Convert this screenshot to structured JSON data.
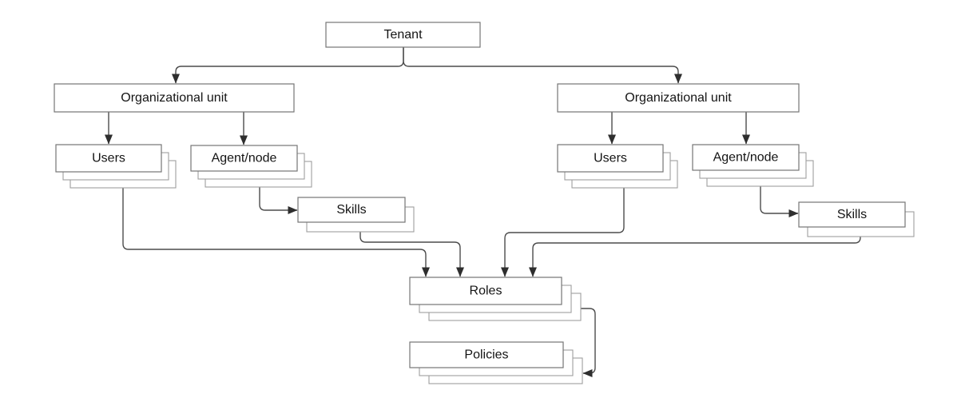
{
  "diagram": {
    "type": "hierarchy-flowchart",
    "nodes": {
      "tenant": {
        "label": "Tenant"
      },
      "ou_left": {
        "label": "Organizational unit"
      },
      "ou_right": {
        "label": "Organizational unit"
      },
      "users_left": {
        "label": "Users"
      },
      "agent_left": {
        "label": "Agent/node"
      },
      "skills_left": {
        "label": "Skills"
      },
      "users_right": {
        "label": "Users"
      },
      "agent_right": {
        "label": "Agent/node"
      },
      "skills_right": {
        "label": "Skills"
      },
      "roles": {
        "label": "Roles"
      },
      "policies": {
        "label": "Policies"
      }
    },
    "edges": [
      {
        "from": "tenant",
        "to": "ou_left"
      },
      {
        "from": "tenant",
        "to": "ou_right"
      },
      {
        "from": "ou_left",
        "to": "users_left"
      },
      {
        "from": "ou_left",
        "to": "agent_left"
      },
      {
        "from": "ou_right",
        "to": "users_right"
      },
      {
        "from": "ou_right",
        "to": "agent_right"
      },
      {
        "from": "agent_left",
        "to": "skills_left"
      },
      {
        "from": "agent_right",
        "to": "skills_right"
      },
      {
        "from": "users_left",
        "to": "roles"
      },
      {
        "from": "skills_left",
        "to": "roles"
      },
      {
        "from": "users_right",
        "to": "roles"
      },
      {
        "from": "skills_right",
        "to": "roles"
      },
      {
        "from": "roles",
        "to": "policies"
      }
    ],
    "colors": {
      "box_border": "#767676",
      "ghost_border": "#9f9f9f",
      "connector": "#4c4c4c",
      "arrowhead": "#2e2e2e",
      "text": "#141414",
      "background": "#ffffff"
    }
  }
}
